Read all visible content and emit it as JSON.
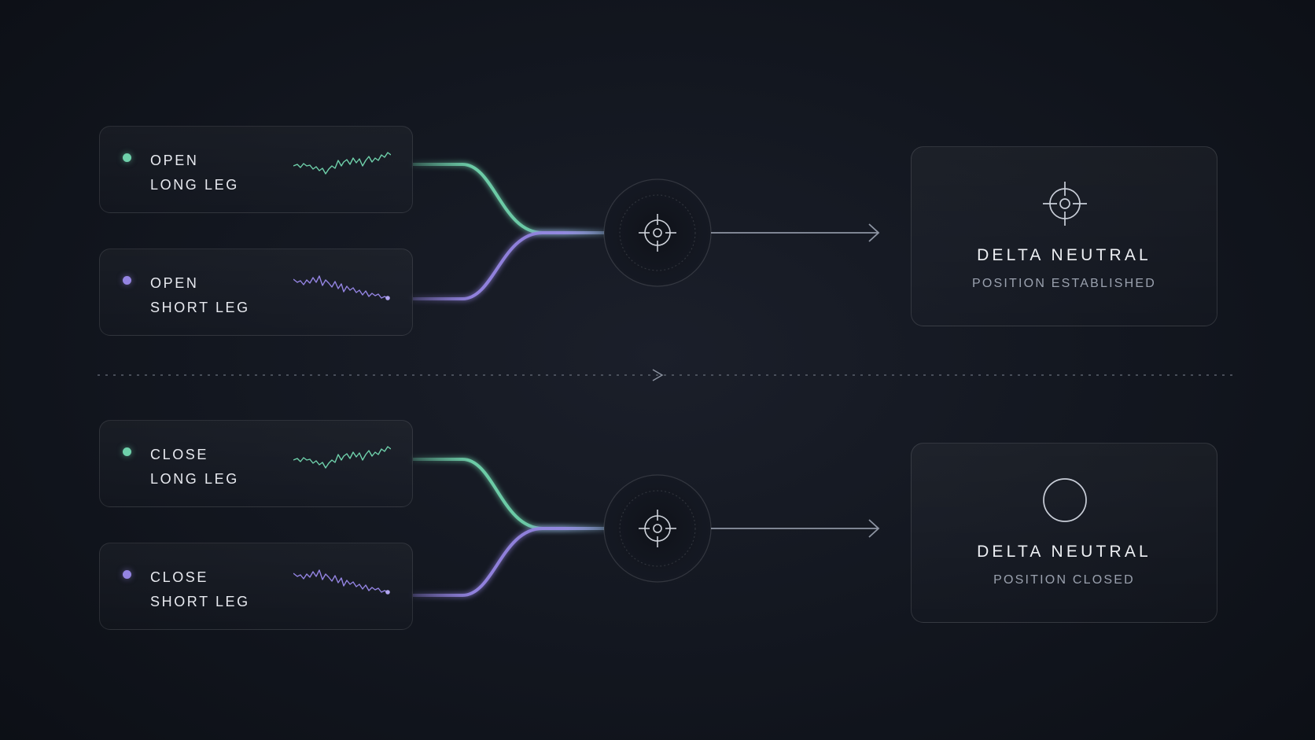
{
  "flows": [
    {
      "legs": [
        {
          "line1": "OPEN",
          "line2": "LONG LEG",
          "side": "long",
          "color": "#6fd1ab"
        },
        {
          "line1": "OPEN",
          "line2": "SHORT LEG",
          "side": "short",
          "color": "#9484e2"
        }
      ],
      "hub_icon": "crosshair-icon",
      "result": {
        "icon": "crosshair-icon",
        "title": "DELTA NEUTRAL",
        "subtitle": "POSITION ESTABLISHED"
      }
    },
    {
      "legs": [
        {
          "line1": "CLOSE",
          "line2": "LONG LEG",
          "side": "long",
          "color": "#6fd1ab"
        },
        {
          "line1": "CLOSE",
          "line2": "SHORT LEG",
          "side": "short",
          "color": "#9484e2"
        }
      ],
      "hub_icon": "crosshair-icon",
      "result": {
        "icon": "empty-circle-icon",
        "title": "DELTA NEUTRAL",
        "subtitle": "POSITION CLOSED"
      }
    }
  ],
  "colors": {
    "long": "#6fd1ab",
    "short": "#9484e2",
    "arrow": "#8e95a3",
    "divider": "#5a606c"
  }
}
